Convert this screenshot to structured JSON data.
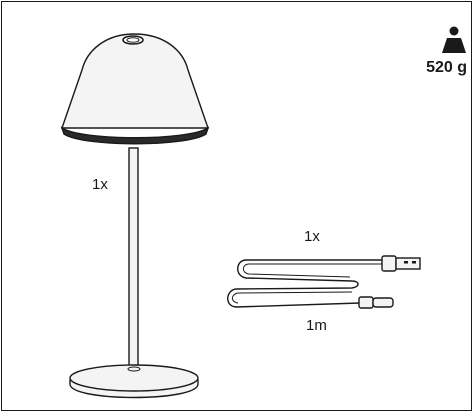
{
  "weight": {
    "value": "520 g",
    "icon": "weight-icon"
  },
  "lamp": {
    "quantity": "1x"
  },
  "cable": {
    "quantity": "1x",
    "length": "1m"
  },
  "colors": {
    "stroke": "#1a1a1a",
    "fill": "#f4f4f4"
  }
}
